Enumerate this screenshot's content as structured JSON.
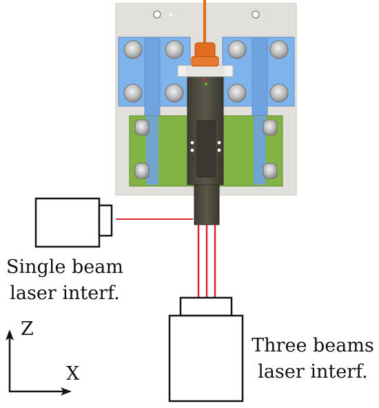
{
  "labels": {
    "single_beam_line1": "Single beam",
    "single_beam_line2": "laser interf.",
    "three_beams_line1": "Three beams",
    "three_beams_line2": "laser interf.",
    "axis_z": "Z",
    "axis_x": "X"
  },
  "colors": {
    "base_plate": "#e2e0db",
    "clamp_blue": "#7fb3ec",
    "pcb_green": "#82b443",
    "dark_body": "#4e4c42",
    "cable_orange": "#e06a1e",
    "laser_red": "#d8262a",
    "outline": "#111111"
  },
  "icons": [
    "screw-head-icon",
    "laser-interferometer-icon",
    "axis-arrow-icon"
  ]
}
